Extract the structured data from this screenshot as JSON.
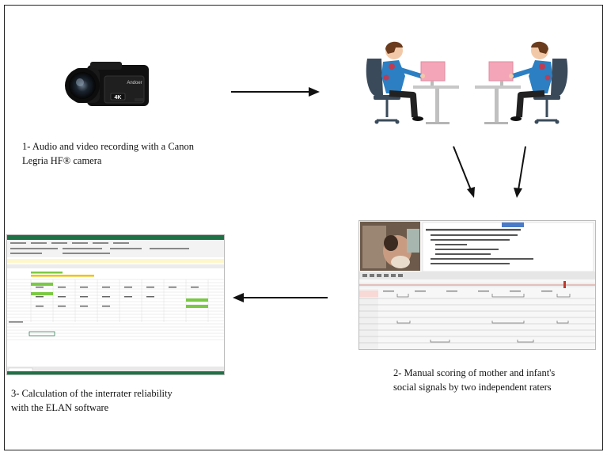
{
  "steps": {
    "step1": {
      "line1": "1- Audio and video recording with a Canon",
      "line2": "Legria HF® camera",
      "camera_brand": "Andoer",
      "camera_badge": "4K"
    },
    "step2": {
      "line1": "2- Manual scoring of  mother and infant's",
      "line2": "social signals by two independent raters"
    },
    "step3": {
      "line1": "3- Calculation of the interrater reliability",
      "line2": "with the ELAN software"
    }
  },
  "colors": {
    "arrow": "#111111",
    "excel_green": "#1e7145",
    "highlight_green": "#7ac943",
    "highlight_yellow": "#f2c200",
    "elan_red": "#c0392b",
    "person_shirt": "#2b7fc2",
    "monitor_pink": "#f4a6b8",
    "chair": "#3a4a5a"
  }
}
